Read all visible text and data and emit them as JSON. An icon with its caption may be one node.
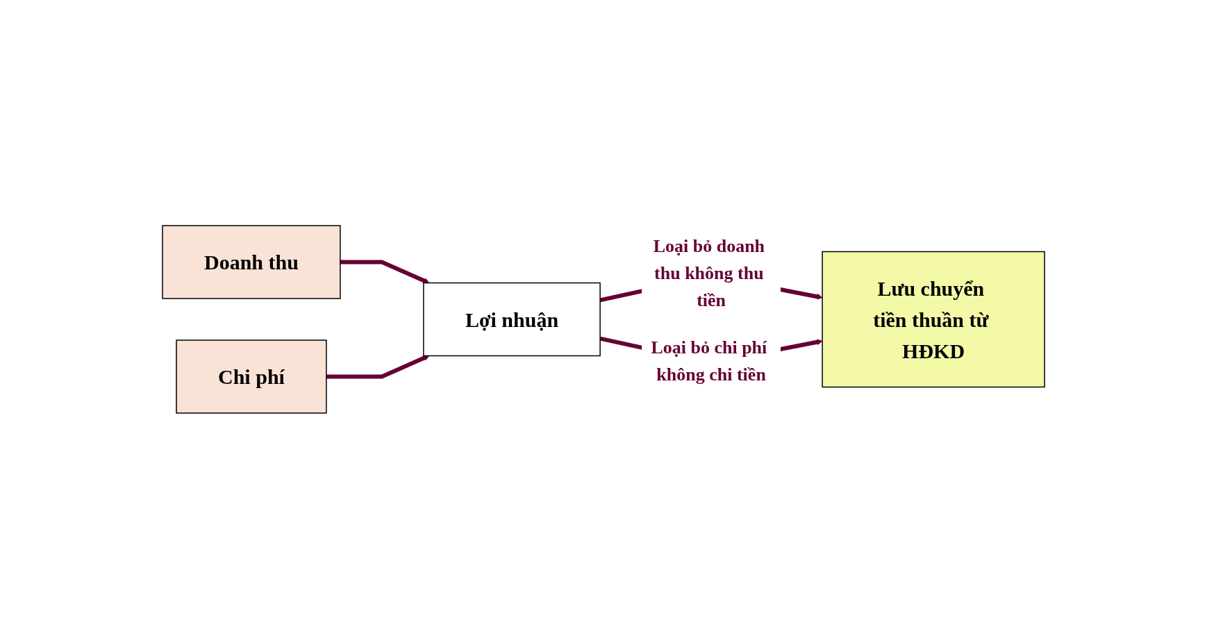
{
  "diagram": {
    "nodes": [
      {
        "text": [
          "Doanh thu"
        ]
      },
      {
        "text": [
          "Lợi nhuận"
        ]
      },
      {
        "text": [
          "Lưu chuyển tiền thuần từ HĐKD"
        ]
      },
      {
        "text": [
          "Chi phí"
        ]
      }
    ],
    "edges": [
      {
        "from": 0,
        "to": 1,
        "arrow": "to"
      },
      {
        "from": 3,
        "to": 1,
        "arrow": "to"
      },
      {
        "from": 1,
        "to": 2,
        "arrow": "to",
        "label": "Loại bỏ doanh thu không thu tiền"
      },
      {
        "from": 1,
        "to": 2,
        "arrow": "to",
        "label": "Loại bỏ chi phí không chi tiền"
      }
    ]
  }
}
